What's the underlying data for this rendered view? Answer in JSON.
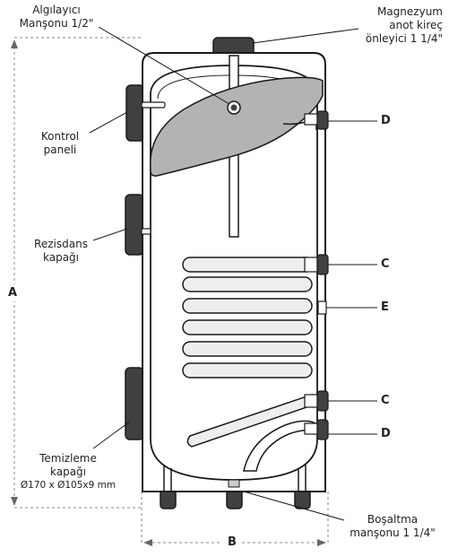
{
  "labels": {
    "sensor_socket": [
      "Algılayıcı",
      "Manşonu 1/2\""
    ],
    "magnesium_anode": [
      "Magnezyum",
      "anot kireç",
      "önleyici 1 1/4\""
    ],
    "control_panel": [
      "Kontrol",
      "paneli"
    ],
    "heater_cover": [
      "Rezisdans",
      "kapağı"
    ],
    "cleaning_cover": [
      "Temizleme",
      "kapağı"
    ],
    "cleaning_cover_dims": "Ø170 x Ø105x9 mm",
    "drain_socket": [
      "Boşaltma",
      "manşonu 1 1/4\""
    ]
  },
  "port_letters": {
    "d_top": "D",
    "c_upper": "C",
    "e_mid": "E",
    "c_lower": "C",
    "d_bottom": "D"
  },
  "dimensions": {
    "height": "A",
    "width": "B"
  },
  "colors": {
    "outline": "#1a1a1a",
    "tank_fill": "#ffffff",
    "coil_fill": "#eeeeee",
    "baffle_fill": "#b3b3b3",
    "port_fill": "#404040",
    "dim_line": "#888888"
  }
}
